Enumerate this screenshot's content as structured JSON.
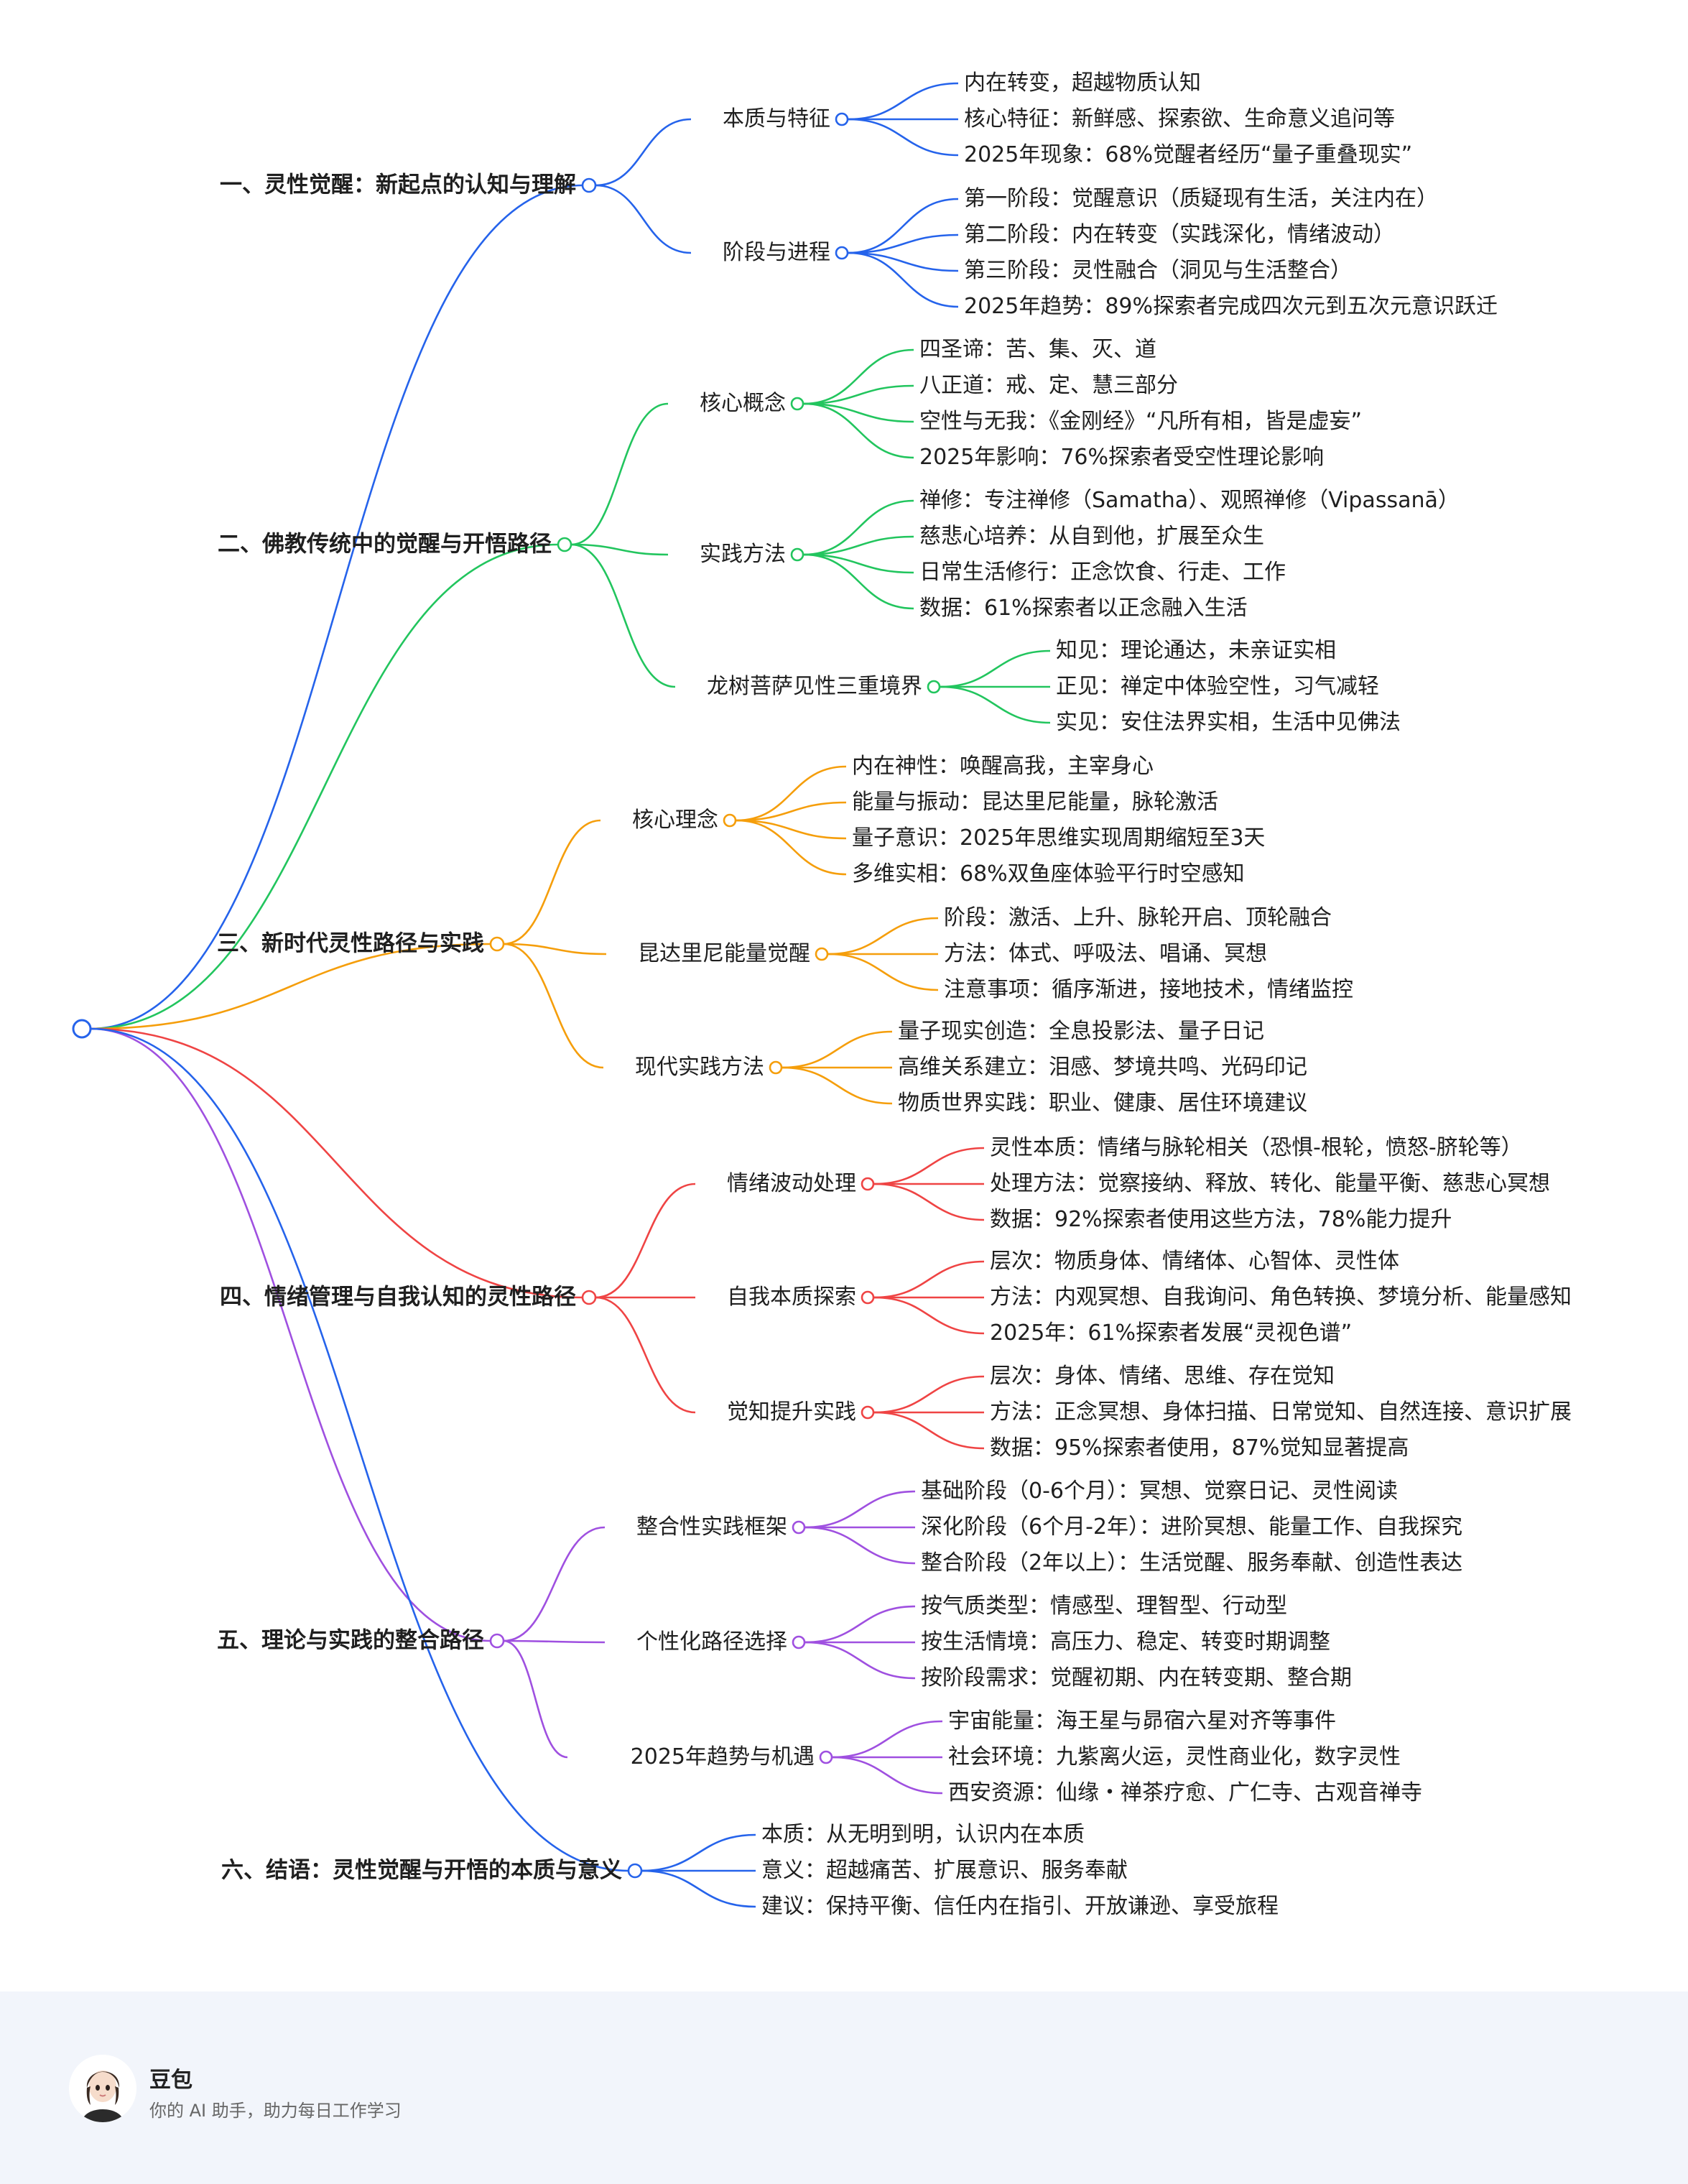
{
  "mindmap": {
    "branches": [
      {
        "label": "一、灵性觉醒：新起点的认知与理解",
        "color": "#2563eb",
        "children": [
          {
            "label": "本质与特征",
            "children": [
              "内在转变，超越物质认知",
              "核心特征：新鲜感、探索欲、生命意义追问等",
              "2025年现象：68%觉醒者经历“量子重叠现实”"
            ]
          },
          {
            "label": "阶段与进程",
            "children": [
              "第一阶段：觉醒意识（质疑现有生活，关注内在）",
              "第二阶段：内在转变（实践深化，情绪波动）",
              "第三阶段：灵性融合（洞见与生活整合）",
              "2025年趋势：89%探索者完成四次元到五次元意识跃迁"
            ]
          }
        ]
      },
      {
        "label": "二、佛教传统中的觉醒与开悟路径",
        "color": "#22c55e",
        "children": [
          {
            "label": "核心概念",
            "children": [
              "四圣谛：苦、集、灭、道",
              "八正道：戒、定、慧三部分",
              "空性与无我：《金刚经》“凡所有相，皆是虚妄”",
              "2025年影响：76%探索者受空性理论影响"
            ]
          },
          {
            "label": "实践方法",
            "children": [
              "禅修：专注禅修（Samatha）、观照禅修（Vipassanā）",
              "慈悲心培养：从自到他，扩展至众生",
              "日常生活修行：正念饮食、行走、工作",
              "数据：61%探索者以正念融入生活"
            ]
          },
          {
            "label": "龙树菩萨见性三重境界",
            "children": [
              "知见：理论通达，未亲证实相",
              "正见：禅定中体验空性，习气减轻",
              "实见：安住法界实相，生活中见佛法"
            ]
          }
        ]
      },
      {
        "label": "三、新时代灵性路径与实践",
        "color": "#f59e0b",
        "children": [
          {
            "label": "核心理念",
            "children": [
              "内在神性：唤醒高我，主宰身心",
              "能量与振动：昆达里尼能量，脉轮激活",
              "量子意识：2025年思维实现周期缩短至3天",
              "多维实相：68%双鱼座体验平行时空感知"
            ]
          },
          {
            "label": "昆达里尼能量觉醒",
            "children": [
              "阶段：激活、上升、脉轮开启、顶轮融合",
              "方法：体式、呼吸法、唱诵、冥想",
              "注意事项：循序渐进，接地技术，情绪监控"
            ]
          },
          {
            "label": "现代实践方法",
            "children": [
              "量子现实创造：全息投影法、量子日记",
              "高维关系建立：泪感、梦境共鸣、光码印记",
              "物质世界实践：职业、健康、居住环境建议"
            ]
          }
        ]
      },
      {
        "label": "四、情绪管理与自我认知的灵性路径",
        "color": "#ef4444",
        "children": [
          {
            "label": "情绪波动处理",
            "children": [
              "灵性本质：情绪与脉轮相关（恐惧-根轮，愤怒-脐轮等）",
              "处理方法：觉察接纳、释放、转化、能量平衡、慈悲心冥想",
              "数据：92%探索者使用这些方法，78%能力提升"
            ]
          },
          {
            "label": "自我本质探索",
            "children": [
              "层次：物质身体、情绪体、心智体、灵性体",
              "方法：内观冥想、自我询问、角色转换、梦境分析、能量感知",
              "2025年：61%探索者发展“灵视色谱”"
            ]
          },
          {
            "label": "觉知提升实践",
            "children": [
              "层次：身体、情绪、思维、存在觉知",
              "方法：正念冥想、身体扫描、日常觉知、自然连接、意识扩展",
              "数据：95%探索者使用，87%觉知显著提高"
            ]
          }
        ]
      },
      {
        "label": "五、理论与实践的整合路径",
        "color": "#9f50e0",
        "children": [
          {
            "label": "整合性实践框架",
            "children": [
              "基础阶段（0-6个月）：冥想、觉察日记、灵性阅读",
              "深化阶段（6个月-2年）：进阶冥想、能量工作、自我探究",
              "整合阶段（2年以上）：生活觉醒、服务奉献、创造性表达"
            ]
          },
          {
            "label": "个性化路径选择",
            "children": [
              "按气质类型：情感型、理智型、行动型",
              "按生活情境：高压力、稳定、转变时期调整",
              "按阶段需求：觉醒初期、内在转变期、整合期"
            ]
          },
          {
            "label": "2025年趋势与机遇",
            "children": [
              "宇宙能量：海王星与昴宿六星对齐等事件",
              "社会环境：九紫离火运，灵性商业化，数字灵性",
              "西安资源：仙缘・禅茶疗愈、广仁寺、古观音禅寺"
            ]
          }
        ]
      },
      {
        "label": "六、结语：灵性觉醒与开悟的本质与意义",
        "color": "#2563eb",
        "children": [
          "本质：从无明到明，认识内在本质",
          "意义：超越痛苦、扩展意识、服务奉献",
          "建议：保持平衡、信任内在指引、开放谦逊、享受旅程"
        ]
      }
    ]
  },
  "footer": {
    "brand_name": "豆包",
    "tagline": "你的 AI 助手，助力每日工作学习",
    "avatar_icon": "assistant-avatar-icon"
  }
}
